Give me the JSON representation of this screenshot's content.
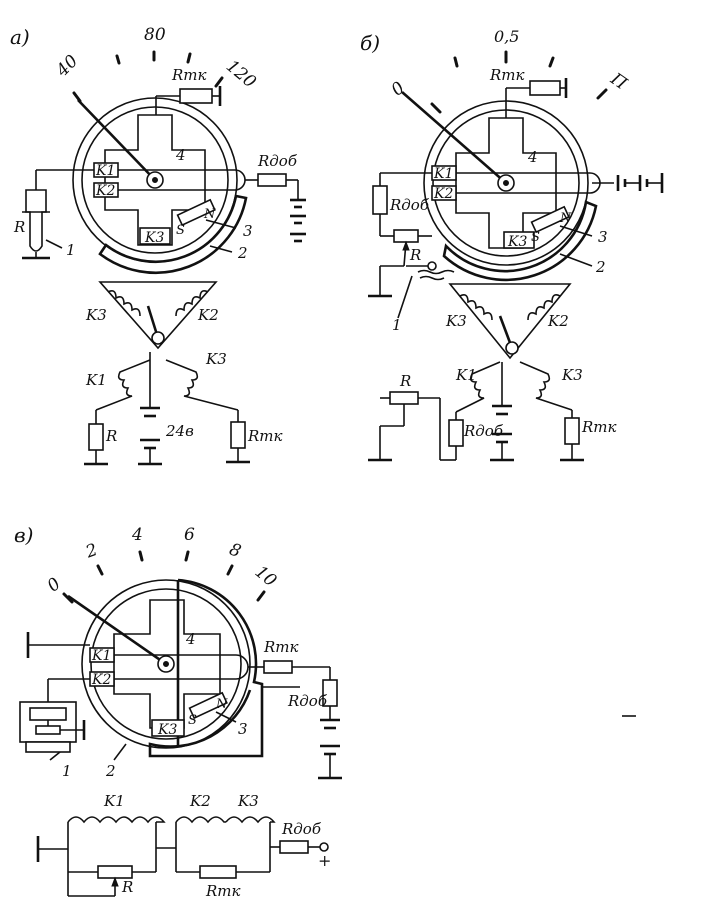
{
  "panels": {
    "a": {
      "panel_label": "a)",
      "scale": [
        "40",
        "80",
        "120"
      ],
      "labels": {
        "rtk": "Rтк",
        "rdob": "Rдоб",
        "k1": "K1",
        "k2": "K2",
        "k3": "K3",
        "n4": "4",
        "n3": "3",
        "n2": "2",
        "n1": "1",
        "r": "R",
        "s": "S",
        "n": "N"
      },
      "schematic": {
        "k1": "K1",
        "k3_left": "K3",
        "k2": "K2",
        "k3_right": "K3",
        "r": "R",
        "voltage": "24в",
        "rtk": "Rтк"
      }
    },
    "b": {
      "panel_label": "б)",
      "scale": [
        "0",
        "0,5",
        "П"
      ],
      "labels": {
        "rtk": "Rтк",
        "rdob": "Rдоб",
        "k1": "K1",
        "k2": "K2",
        "k3": "K3",
        "n4": "4",
        "n3": "3",
        "n2": "2",
        "n1": "1",
        "r": "R",
        "s": "S",
        "n": "N"
      },
      "schematic": {
        "k3_left": "K3",
        "k2": "K2",
        "k1": "K1",
        "k3_right": "K3",
        "r": "R",
        "rdob": "Rдоб",
        "rtk": "Rтк"
      }
    },
    "c": {
      "panel_label": "в)",
      "scale": [
        "0",
        "2",
        "4",
        "6",
        "8",
        "10"
      ],
      "labels": {
        "rtk": "Rтк",
        "rdob": "Rдоб",
        "k1": "K1",
        "k2": "K2",
        "k3": "K3",
        "n4": "4",
        "n3": "3",
        "n2": "2",
        "n1": "1",
        "s": "S",
        "n": "N"
      },
      "schematic": {
        "k1": "K1",
        "k2": "K2",
        "k3": "K3",
        "rdob": "Rдоб",
        "plus": "+",
        "r": "R",
        "rtk": "Rтк"
      }
    }
  }
}
